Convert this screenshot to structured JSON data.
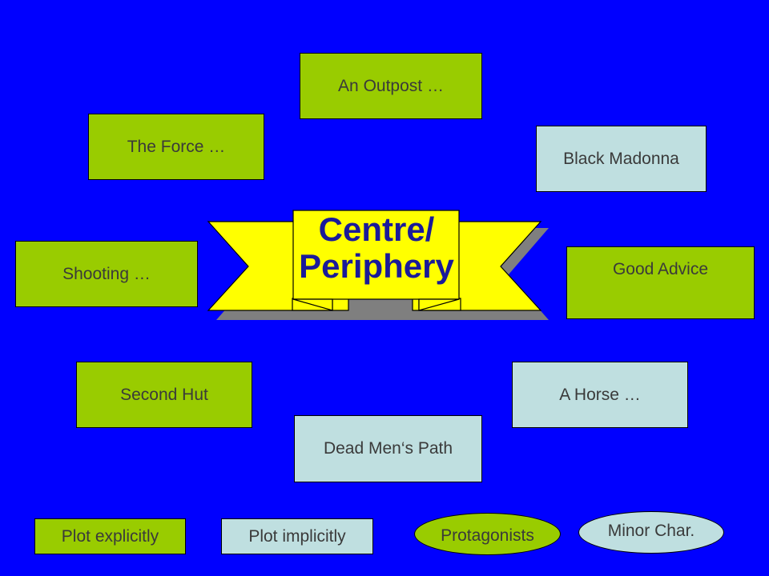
{
  "center": {
    "line1": "Centre/",
    "line2": "Periphery"
  },
  "stories": {
    "outpost": "An Outpost …",
    "force": "The Force …",
    "madonna": "Black Madonna",
    "shooting": "Shooting …",
    "advice": "Good Advice",
    "hut": "Second Hut",
    "horse": "A Horse …",
    "path": "Dead Men‘s Path"
  },
  "legend": {
    "explicit": "Plot explicitly",
    "implicit": "Plot implicitly",
    "protagonists": "Protagonists",
    "minor": "Minor Char."
  },
  "colors": {
    "background": "#0000ff",
    "green": "#99cc00",
    "light_blue": "#bfdfe0",
    "banner": "#ffff00",
    "title": "#1a1a99"
  }
}
